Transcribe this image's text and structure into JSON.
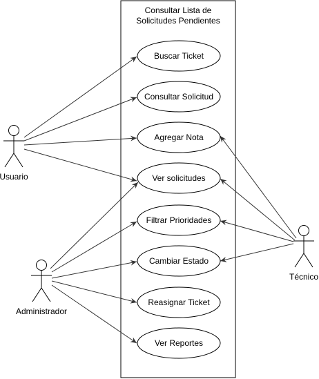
{
  "system": {
    "title_line1": "Consultar Lista de",
    "title_line2": "Solicitudes Pendientes"
  },
  "actors": {
    "usuario": "Usuario",
    "administrador": "Administrador",
    "tecnico": "Técnico"
  },
  "use_cases": {
    "buscar_ticket": "Buscar Ticket",
    "consultar_solicitud": "Consultar Solicitud",
    "agregar_nota": "Agregar Nota",
    "ver_solicitudes": "Ver solicitudes",
    "filtrar_prioridades": "Filtrar Prioridades",
    "cambiar_estado": "Cambiar Estado",
    "reasignar_ticket": "Reasignar Ticket",
    "ver_reportes": "Ver Reportes"
  },
  "colors": {
    "stroke": "#000000",
    "edge": "#333333",
    "fill": "#ffffff"
  }
}
